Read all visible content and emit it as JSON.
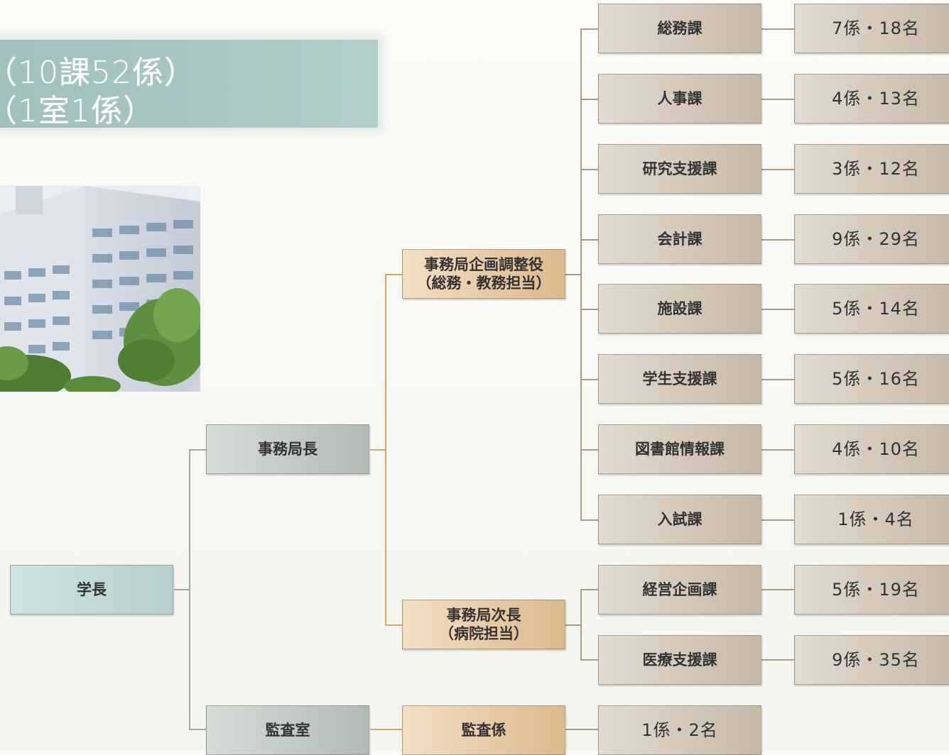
{
  "banner": {
    "line1": "（10課52係）",
    "line2": "（1室1係）"
  },
  "org": {
    "president": "学長",
    "director": "事務局長",
    "audit_office": "監査室",
    "coordinator": "事務局企画調整役\n（総務・教務担当）",
    "deputy": "事務局次長\n（病院担当）",
    "audit_section": "監査係",
    "audit_count": "1係・2名",
    "divisions": [
      {
        "name": "総務課",
        "count": "7係・18名"
      },
      {
        "name": "人事課",
        "count": "4係・13名"
      },
      {
        "name": "研究支援課",
        "count": "3係・12名"
      },
      {
        "name": "会計課",
        "count": "9係・29名"
      },
      {
        "name": "施設課",
        "count": "5係・14名"
      },
      {
        "name": "学生支援課",
        "count": "5係・16名"
      },
      {
        "name": "図書館情報課",
        "count": "4係・10名"
      },
      {
        "name": "入試課",
        "count": "1係・4名"
      },
      {
        "name": "経営企画課",
        "count": "5係・19名"
      },
      {
        "name": "医療支援課",
        "count": "9係・35名"
      }
    ]
  }
}
